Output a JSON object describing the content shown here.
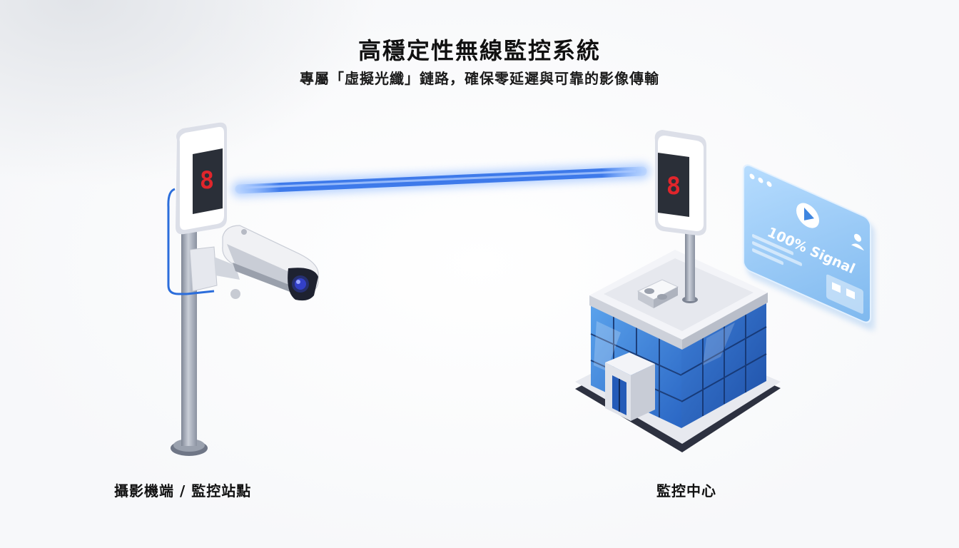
{
  "title": "高穩定性無線監控系統",
  "subtitle": "專屬「虛擬光纖」鏈路，確保零延遲與可靠的影像傳輸",
  "nodes": {
    "camera_station": {
      "label": "攝影機端 / 監控站點",
      "display_digit": "8"
    },
    "monitoring_center": {
      "label": "監控中心",
      "display_digit": "8"
    }
  },
  "screen_panel": {
    "signal_text": "100% Signal",
    "icon": "play-icon"
  },
  "icons": [
    "camera-icon",
    "building-icon",
    "antenna-icon",
    "play-icon",
    "user-icon"
  ],
  "colors": {
    "link_blue": "#2f6fe8",
    "building_glass": "#2d6fcc",
    "digit_red": "#e0252b",
    "panel_blue": "#8cc4f2"
  }
}
